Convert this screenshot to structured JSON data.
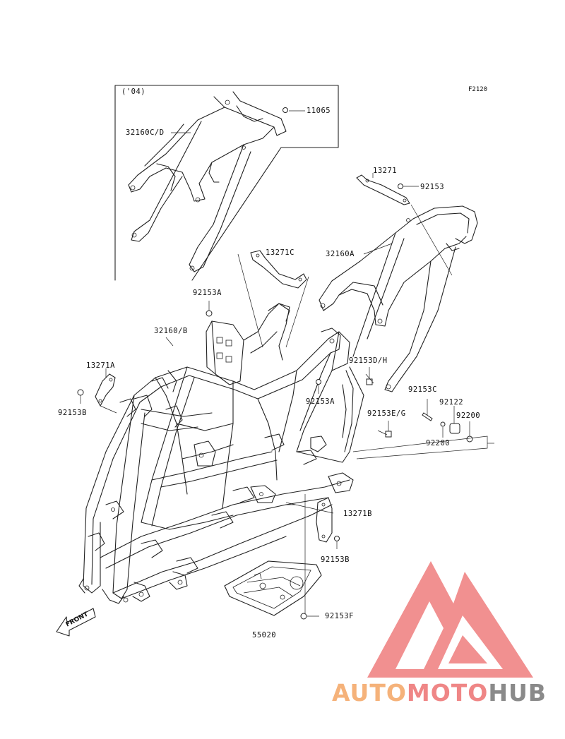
{
  "figure_code": "F2120",
  "variant_note": "('04)",
  "front_marker": "FRONT",
  "parts": [
    {
      "id": "p-11065",
      "label": "11065"
    },
    {
      "id": "p-32160cd",
      "label": "32160C/D"
    },
    {
      "id": "p-13271",
      "label": "13271"
    },
    {
      "id": "p-92153",
      "label": "92153"
    },
    {
      "id": "p-13271c",
      "label": "13271C"
    },
    {
      "id": "p-32160a",
      "label": "32160A"
    },
    {
      "id": "p-92153a-top",
      "label": "92153A"
    },
    {
      "id": "p-32160b",
      "label": "32160/B"
    },
    {
      "id": "p-13271a",
      "label": "13271A"
    },
    {
      "id": "p-92153dh",
      "label": "92153D/H"
    },
    {
      "id": "p-92153b-left",
      "label": "92153B"
    },
    {
      "id": "p-92153a-mid",
      "label": "92153A"
    },
    {
      "id": "p-92153c",
      "label": "92153C"
    },
    {
      "id": "p-92122",
      "label": "92122"
    },
    {
      "id": "p-92153eg",
      "label": "92153E/G"
    },
    {
      "id": "p-92200-right",
      "label": "92200"
    },
    {
      "id": "p-92200-low",
      "label": "92200"
    },
    {
      "id": "p-13271b",
      "label": "13271B"
    },
    {
      "id": "p-92153b-low",
      "label": "92153B"
    },
    {
      "id": "p-92153f",
      "label": "92153F"
    },
    {
      "id": "p-55020",
      "label": "55020"
    }
  ],
  "watermark": {
    "part1": "AUTO",
    "part2": "MOTO",
    "part3": "HUB",
    "color1": "#f5b27a",
    "color2": "#f08a8a",
    "color3": "#8a8a8a",
    "logo_color": "#ee7878"
  }
}
